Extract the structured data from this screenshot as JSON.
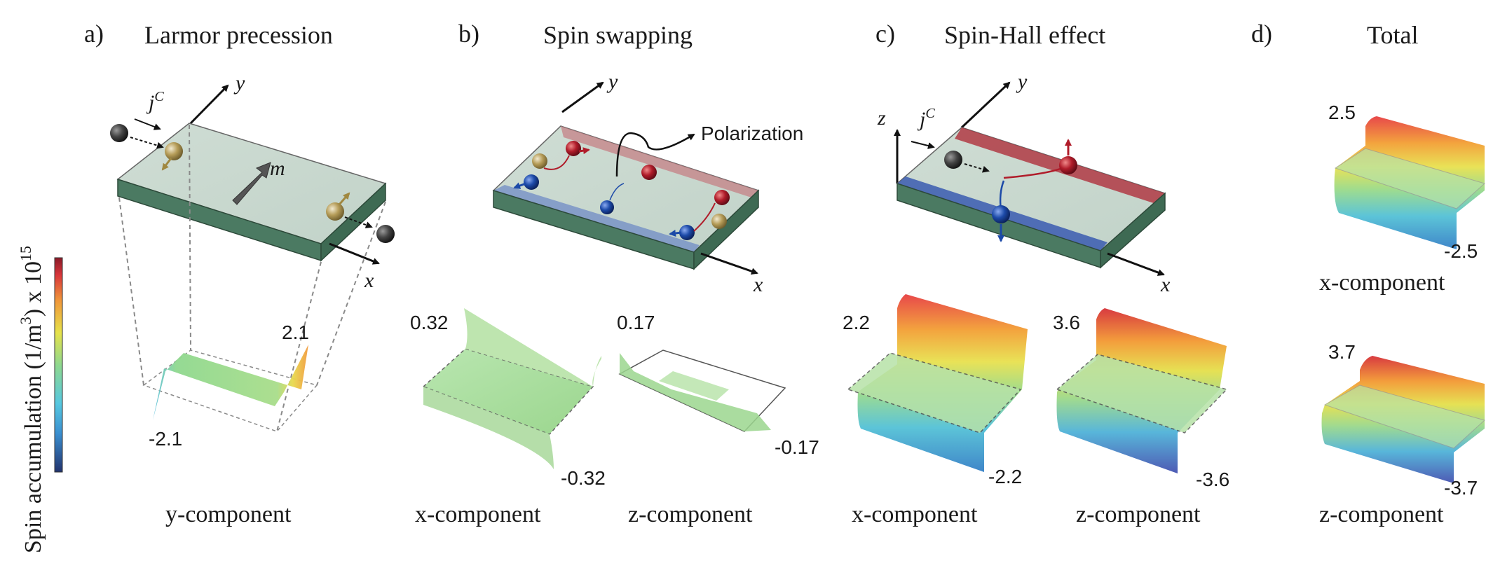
{
  "panels": [
    {
      "letter": "a)",
      "title": "Larmor precession"
    },
    {
      "letter": "b)",
      "title": "Spin swapping"
    },
    {
      "letter": "c)",
      "title": "Spin-Hall effect"
    },
    {
      "letter": "d)",
      "title": "Total"
    }
  ],
  "colorbar": {
    "label_main": "Spin accumulation (1/m",
    "label_exp1": "3",
    "label_mid": ") x 10",
    "label_exp2": "15",
    "colors": [
      "#22336e",
      "#3a8fd0",
      "#56c8e0",
      "#8fd88e",
      "#e6e24a",
      "#f0973a",
      "#d8353a",
      "#8a1a28"
    ]
  },
  "panel_a": {
    "current": "j",
    "current_sup": "C",
    "axis_x": "x",
    "axis_y": "y",
    "moment": "m",
    "max": "2.1",
    "min": "-2.1",
    "component": "y-component"
  },
  "panel_b": {
    "axis_x": "x",
    "axis_y": "y",
    "polarization": "Polarization",
    "x_max": "0.32",
    "x_min": "-0.32",
    "x_component": "x-component",
    "z_max": "0.17",
    "z_min": "-0.17",
    "z_component": "z-component"
  },
  "panel_c": {
    "current": "j",
    "current_sup": "C",
    "axis_x": "x",
    "axis_y": "y",
    "axis_z": "z",
    "x_max": "2.2",
    "x_min": "-2.2",
    "x_component": "x-component",
    "z_max": "3.6",
    "z_min": "-3.6",
    "z_component": "z-component"
  },
  "panel_d": {
    "x_max": "2.5",
    "x_min": "-2.5",
    "x_component": "x-component",
    "z_max": "3.7",
    "z_min": "-3.7",
    "z_component": "z-component"
  }
}
